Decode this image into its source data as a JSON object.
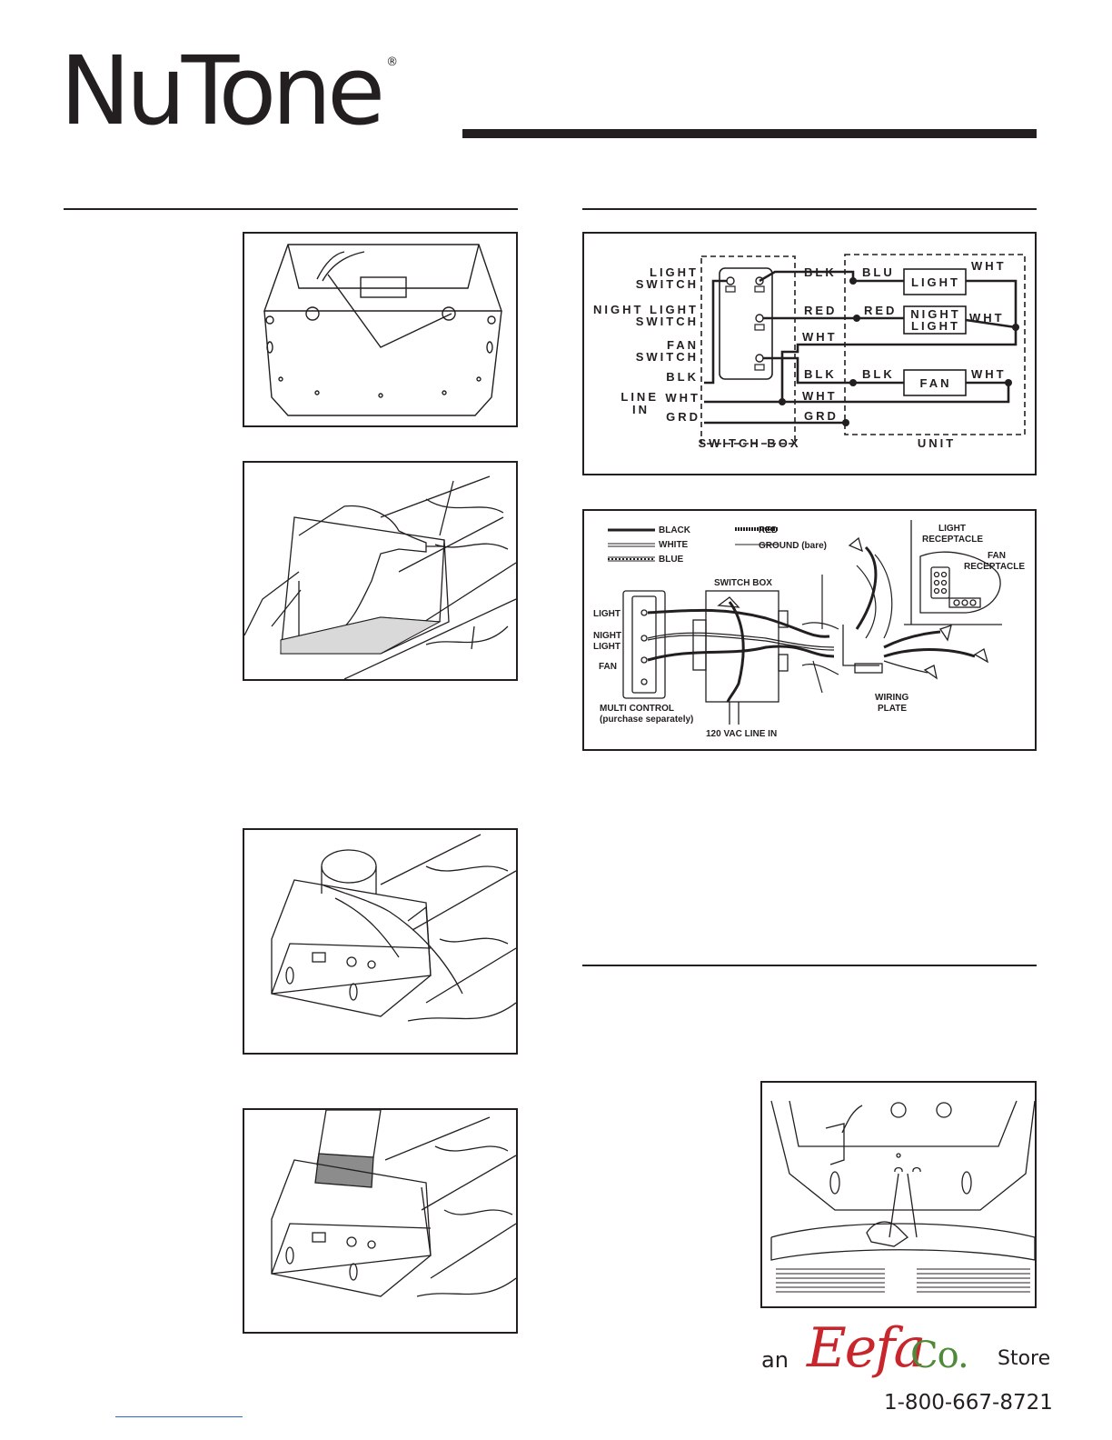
{
  "brand": {
    "name": "NuTone",
    "mark": "®"
  },
  "wiring_schematic": {
    "left_labels": [
      "LIGHT",
      "SWITCH",
      "NIGHT LIGHT",
      "SWITCH",
      "FAN",
      "SWITCH",
      "BLK",
      "LINE",
      "IN",
      "WHT",
      "GRD"
    ],
    "wire_labels": [
      "BLK",
      "RED",
      "WHT",
      "BLK",
      "WHT",
      "GRD",
      "BLU",
      "RED",
      "BLK",
      "WHT",
      "WHT",
      "WHT"
    ],
    "components": [
      "LIGHT",
      "NIGHT",
      "LIGHT",
      "FAN"
    ],
    "box_labels": [
      "SWITCH BOX",
      "UNIT"
    ]
  },
  "wiring_pictorial": {
    "legend": [
      "BLACK",
      "WHITE",
      "BLUE",
      "RED",
      "GROUND (bare)"
    ],
    "labels": [
      "SWITCH BOX",
      "LIGHT",
      "NIGHT",
      "LIGHT",
      "FAN",
      "MULTI CONTROL",
      "(purchase separately)",
      "120 VAC LINE IN",
      "WIRING",
      "PLATE",
      "LIGHT",
      "RECEPTACLE",
      "FAN",
      "RECEPTACLE"
    ]
  },
  "store": {
    "prefix": "an",
    "name_a": "Eefa",
    "name_b": "Co.",
    "suffix": "Store",
    "phone": "1-800-667-8721"
  }
}
